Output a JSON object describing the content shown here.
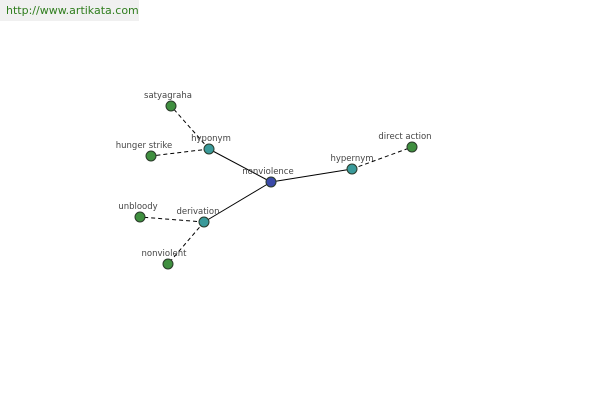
{
  "banner": {
    "url": "http://www.artikata.com"
  },
  "colors": {
    "center_node": "#3a49a8",
    "relation_node": "#3a9a9a",
    "word_node": "#3f8f3f",
    "node_stroke": "#2a3a2a",
    "banner_text": "#2f7d1d"
  },
  "graph": {
    "center": {
      "id": "nonviolence",
      "label": "nonviolence",
      "kind": "center"
    },
    "relations": [
      {
        "id": "hyponym",
        "label": "hyponym",
        "kind": "relation"
      },
      {
        "id": "hypernym",
        "label": "hypernym",
        "kind": "relation"
      },
      {
        "id": "derivation",
        "label": "derivation",
        "kind": "relation"
      }
    ],
    "words": [
      {
        "id": "satyagraha",
        "label": "satyagraha",
        "relation": "hyponym",
        "kind": "word"
      },
      {
        "id": "hunger-strike",
        "label": "hunger strike",
        "relation": "hyponym",
        "kind": "word"
      },
      {
        "id": "direct-action",
        "label": "direct action",
        "relation": "hypernym",
        "kind": "word"
      },
      {
        "id": "unbloody",
        "label": "unbloody",
        "relation": "derivation",
        "kind": "word"
      },
      {
        "id": "nonviolent",
        "label": "nonviolent",
        "relation": "derivation",
        "kind": "word"
      }
    ]
  }
}
